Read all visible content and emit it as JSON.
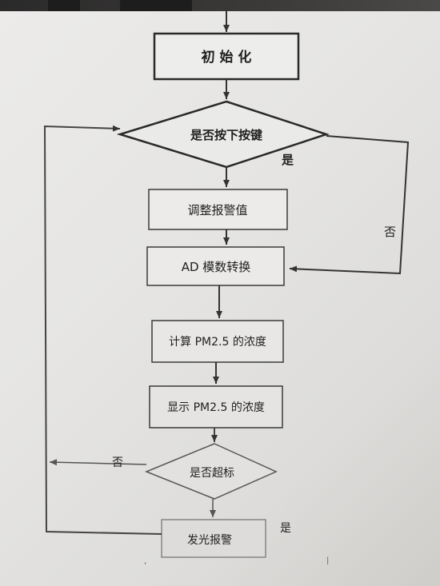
{
  "nodes": {
    "init": "初  始  化",
    "key_check": "是否按下按键",
    "adjust": "调整报警值",
    "ad_convert": "AD 模数转换",
    "calc": "计算 PM2.5 的浓度",
    "display": "显示 PM2.5 的浓度",
    "exceed_check": "是否超标",
    "alarm": "发光报警"
  },
  "edges": {
    "key_yes": "是",
    "key_no": "否",
    "exceed_no": "否",
    "exceed_yes": "是"
  }
}
